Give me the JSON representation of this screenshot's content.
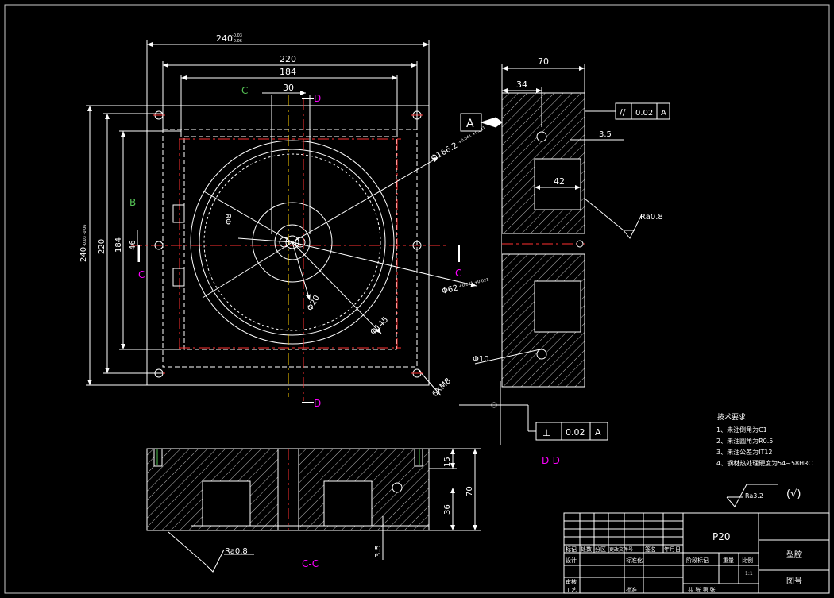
{
  "colors": {
    "background": "#000000",
    "line": "#ffffff",
    "hidden": "#ffffff",
    "center": "#ff3030",
    "center_yellow": "#ffd000",
    "section": "#ff00ff",
    "label_green": "#55c255",
    "gray_frame": "#cccccc"
  },
  "dimensions": {
    "top_240": "240",
    "top_240_tol_upper": "-0.03",
    "top_240_tol_lower": "-0.06",
    "top_220": "220",
    "top_184": "184",
    "top_30": "30",
    "left_240": "240",
    "left_240_tol": "-0.03 -0.06",
    "left_220": "220",
    "left_184": "184",
    "left_46": "46",
    "phi8": "Φ8",
    "phi20": "Φ20",
    "phi145": "Φ145",
    "phi166": "Φ166.2",
    "phi166_tol": "+0.041 +0.021",
    "phi62": "Φ62",
    "phi62_tol": "+0.041 +0.021",
    "holes": "6XM8",
    "side_70": "70",
    "side_34": "34",
    "side_35": "3.5",
    "side_42": "42",
    "side_phi10": "Φ10",
    "bottom_15": "15",
    "bottom_70": "70",
    "bottom_36": "36",
    "bottom_35": "3.5"
  },
  "labels": {
    "section_c_top": "C",
    "section_d_top": "D",
    "section_d_bottom": "D",
    "section_c_left": "C",
    "section_c_right": "C",
    "green_c": "C",
    "green_b": "B",
    "datum_a": "A",
    "view_dd": "D-D",
    "view_cc": "C-C",
    "roughness_side": "Ra0.8",
    "roughness_bottom": "Ra0.8",
    "roughness_global": "Ra3.2",
    "roughness_paren": "(√)"
  },
  "tolerance": {
    "parallel_symbol": "//",
    "parallel_value": "0.02",
    "parallel_ref": "A",
    "perp_symbol": "⊥",
    "perp_value": "0.02",
    "perp_ref": "A"
  },
  "notes": {
    "title": "技术要求",
    "items": [
      "1、未注倒角为C1",
      "2、未注圆角为R0.5",
      "3、未注公差为IT12",
      "4、钢材热处理硬度为54~58HRC"
    ]
  },
  "title_block": {
    "material": "P20",
    "part_name": "型腔",
    "drawing_no": "图号",
    "header": [
      "标记",
      "处数",
      "分区",
      "更改文件号",
      "签名",
      "年月日"
    ],
    "design": "设计",
    "standard": "标准化",
    "stage_mark": "阶段标记",
    "weight": "重量",
    "scale": "比例",
    "scale_value": "1:1",
    "review": "审核",
    "process": "工艺",
    "approve": "批准",
    "sheets": "共    张 第    张"
  }
}
